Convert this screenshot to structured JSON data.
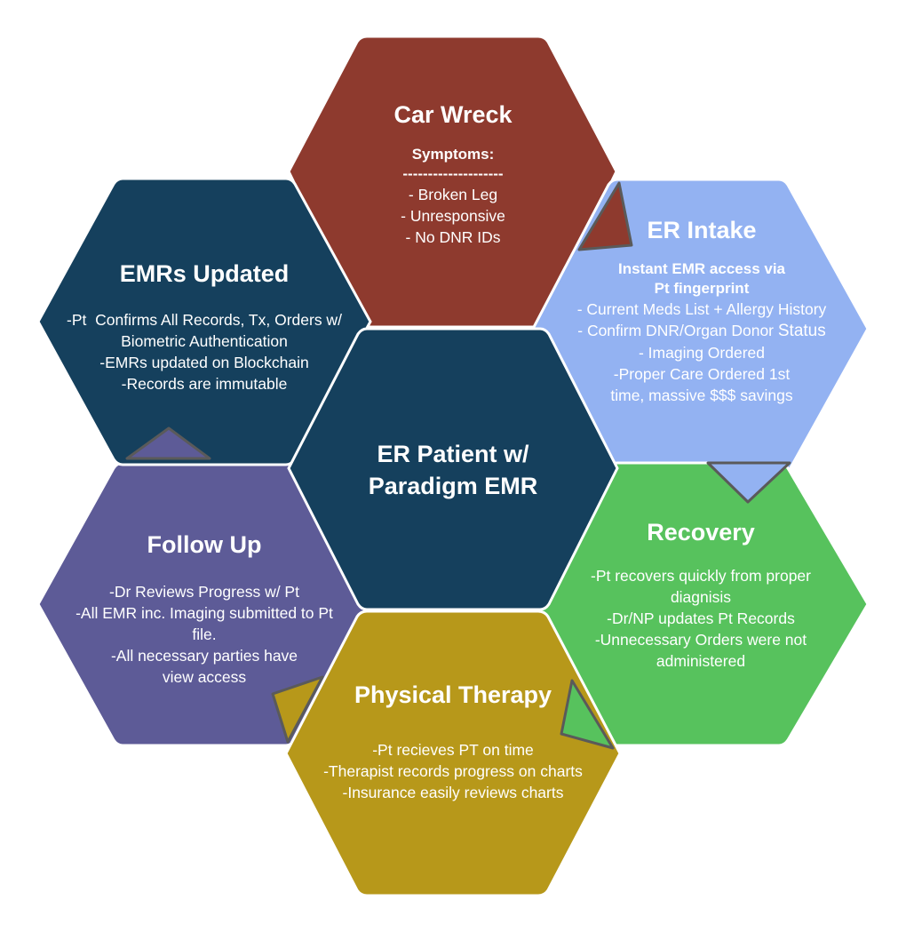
{
  "colors": {
    "car_wreck": "#8e3a2e",
    "er_intake": "#93b2f2",
    "recovery": "#57c25d",
    "physical_therapy": "#b7981a",
    "follow_up": "#5d5b97",
    "emrs_updated": "#15405d",
    "center": "#15405d",
    "outline": "#ffffff",
    "arrow_stroke": "#5a5a5a"
  },
  "center": {
    "line1": "ER Patient w/",
    "line2": "Paradigm EMR"
  },
  "hexes": {
    "car_wreck": {
      "title": "Car Wreck",
      "subtitle": "Symptoms:",
      "divider": "--------------------",
      "lines": [
        "- Broken Leg",
        "- Unresponsive",
        "- No DNR IDs"
      ]
    },
    "er_intake": {
      "title": "ER Intake",
      "subtitle_line1": "Instant EMR access via",
      "subtitle_line2": "Pt fingerprint",
      "line1": "- Current Meds List + Allergy History",
      "line2_prefix": "- Confirm DNR/Organ Donor ",
      "line2_suffix": "Status",
      "line3": "- Imaging Ordered",
      "line4": "-Proper Care Ordered 1st",
      "line5": "time, massive $$$ savings"
    },
    "recovery": {
      "title": "Recovery",
      "lines": [
        "-Pt recovers quickly from proper",
        "diagnisis",
        "-Dr/NP updates Pt Records",
        "-Unnecessary Orders were not",
        "administered"
      ]
    },
    "physical_therapy": {
      "title": "Physical Therapy",
      "lines": [
        "-Pt recieves PT on time",
        "-Therapist records progress on charts",
        "-Insurance easily reviews charts"
      ]
    },
    "follow_up": {
      "title": "Follow Up",
      "lines": [
        "-Dr Reviews Progress w/ Pt",
        "-All EMR inc. Imaging submitted to Pt",
        "file.",
        "-All necessary parties have",
        "view access"
      ]
    },
    "emrs_updated": {
      "title": "EMRs Updated",
      "lines": [
        "-Pt  Confirms All Records, Tx, Orders w/",
        "Biometric Authentication",
        "-EMRs updated on Blockchain",
        "-Records are immutable"
      ]
    }
  }
}
